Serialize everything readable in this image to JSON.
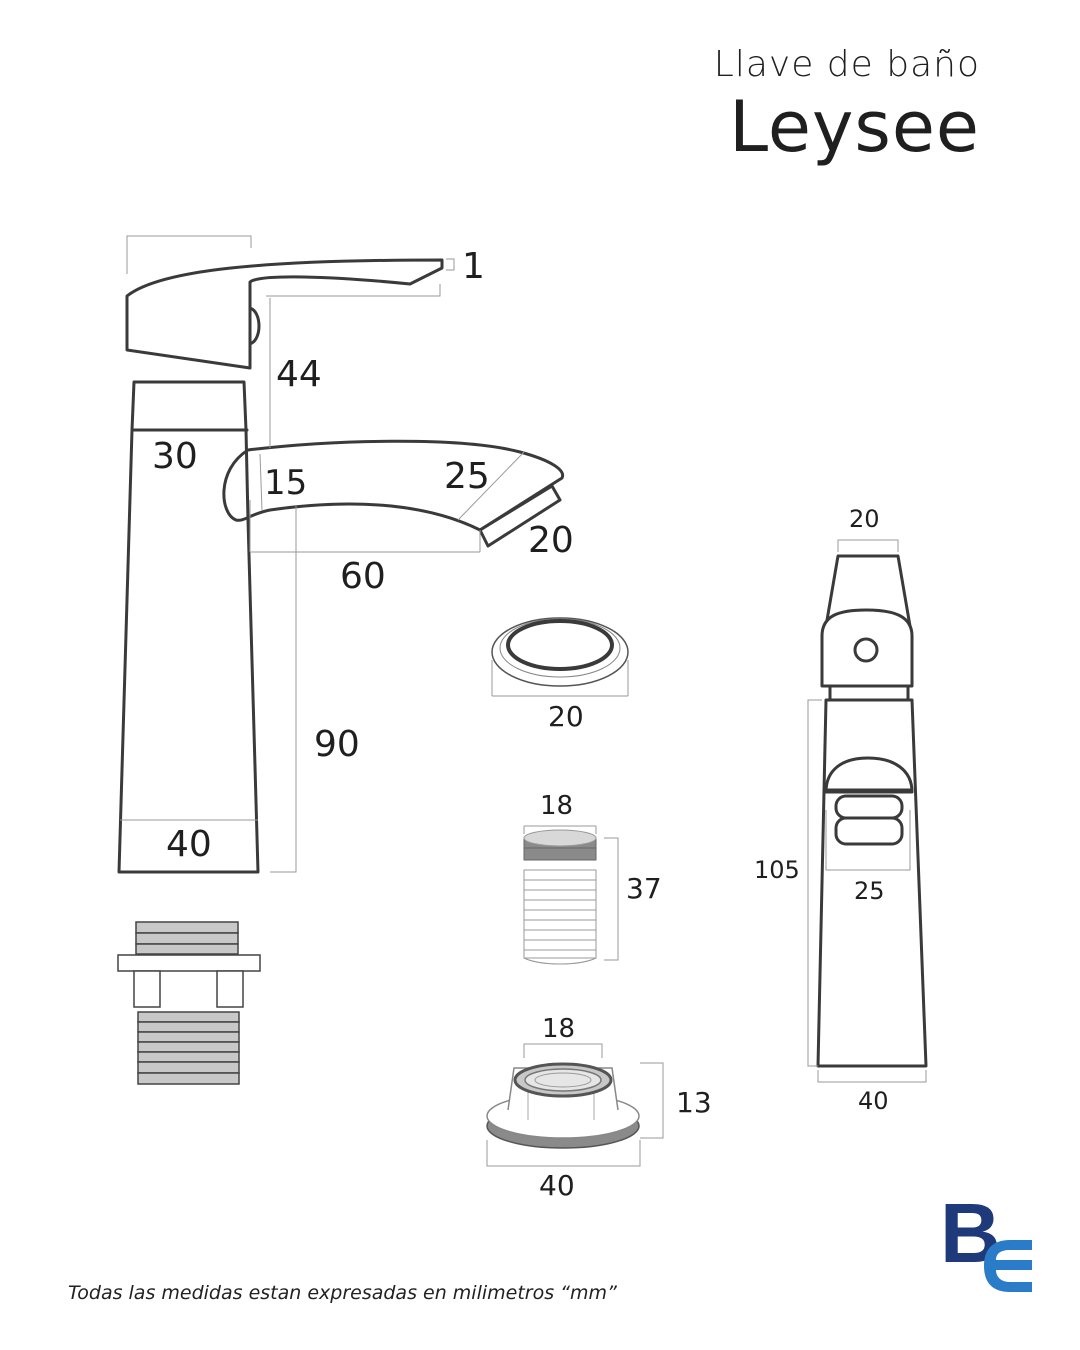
{
  "header": {
    "subtitle": "Llave de baño",
    "title": "Leysee"
  },
  "dimensions": {
    "handle_height": "1",
    "lever_to_spout": "44",
    "body_top_width": "30",
    "spout_thickness": "15",
    "spout_tip_width": "25",
    "aerator_width": "20",
    "spout_reach": "60",
    "total_height": "90",
    "base_width": "40",
    "ring_diameter": "20",
    "thread_diameter": "18",
    "thread_length": "37",
    "nut_inner": "18",
    "nut_height": "13",
    "nut_outer": "40",
    "side_top_width": "20",
    "side_height": "105",
    "side_spout": "25",
    "side_base": "40"
  },
  "footer": {
    "note": "Todas las medidas estan expresadas en milimetros “mm”"
  },
  "logo": {
    "letter_b": "B",
    "color_b": "#1f3a7a",
    "color_e": "#2a7bc8"
  },
  "colors": {
    "line": "#3a3a3a",
    "dim_line": "#9a9a9a",
    "fill_gray": "#c8c8c8",
    "dark_gray": "#8a8a8a"
  }
}
